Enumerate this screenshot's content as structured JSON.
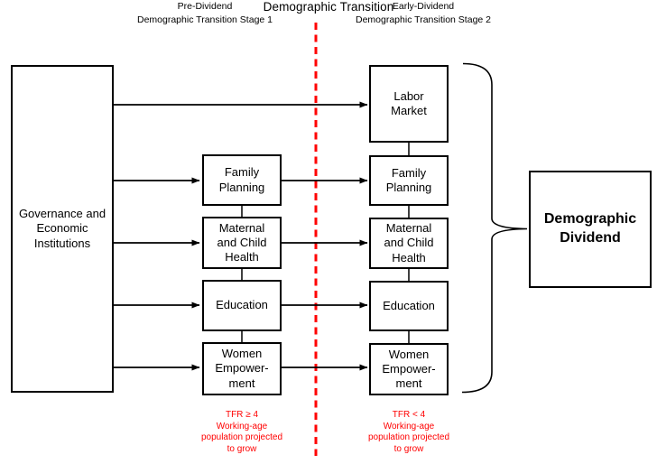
{
  "title": "Demographic Transition",
  "headers": {
    "stage1": "Pre-Dividend\nDemographic Transition Stage 1",
    "stage2": "Early-Dividend\nDemographic Transition Stage 2"
  },
  "source_box": {
    "label": "Governance and\nEconomic\nInstitutions"
  },
  "stage1_boxes": [
    {
      "label": "Family\nPlanning"
    },
    {
      "label": "Maternal\nand Child\nHealth"
    },
    {
      "label": "Education"
    },
    {
      "label": "Women\nEmpower-\nment"
    }
  ],
  "stage2_boxes": [
    {
      "label": "Labor\nMarket"
    },
    {
      "label": "Family\nPlanning"
    },
    {
      "label": "Maternal\nand Child\nHealth"
    },
    {
      "label": "Education"
    },
    {
      "label": "Women\nEmpower-\nment"
    }
  ],
  "outcome_box": {
    "label": "Demographic\nDividend"
  },
  "notes": {
    "stage1": "TFR ≥ 4\nWorking-age\npopulation projected\nto grow",
    "stage2": "TFR < 4\nWorking-age\npopulation projected\nto grow"
  },
  "colors": {
    "line": "#000000",
    "divider_red": "#ff0000",
    "note_red": "#ff0000",
    "background": "#ffffff"
  }
}
